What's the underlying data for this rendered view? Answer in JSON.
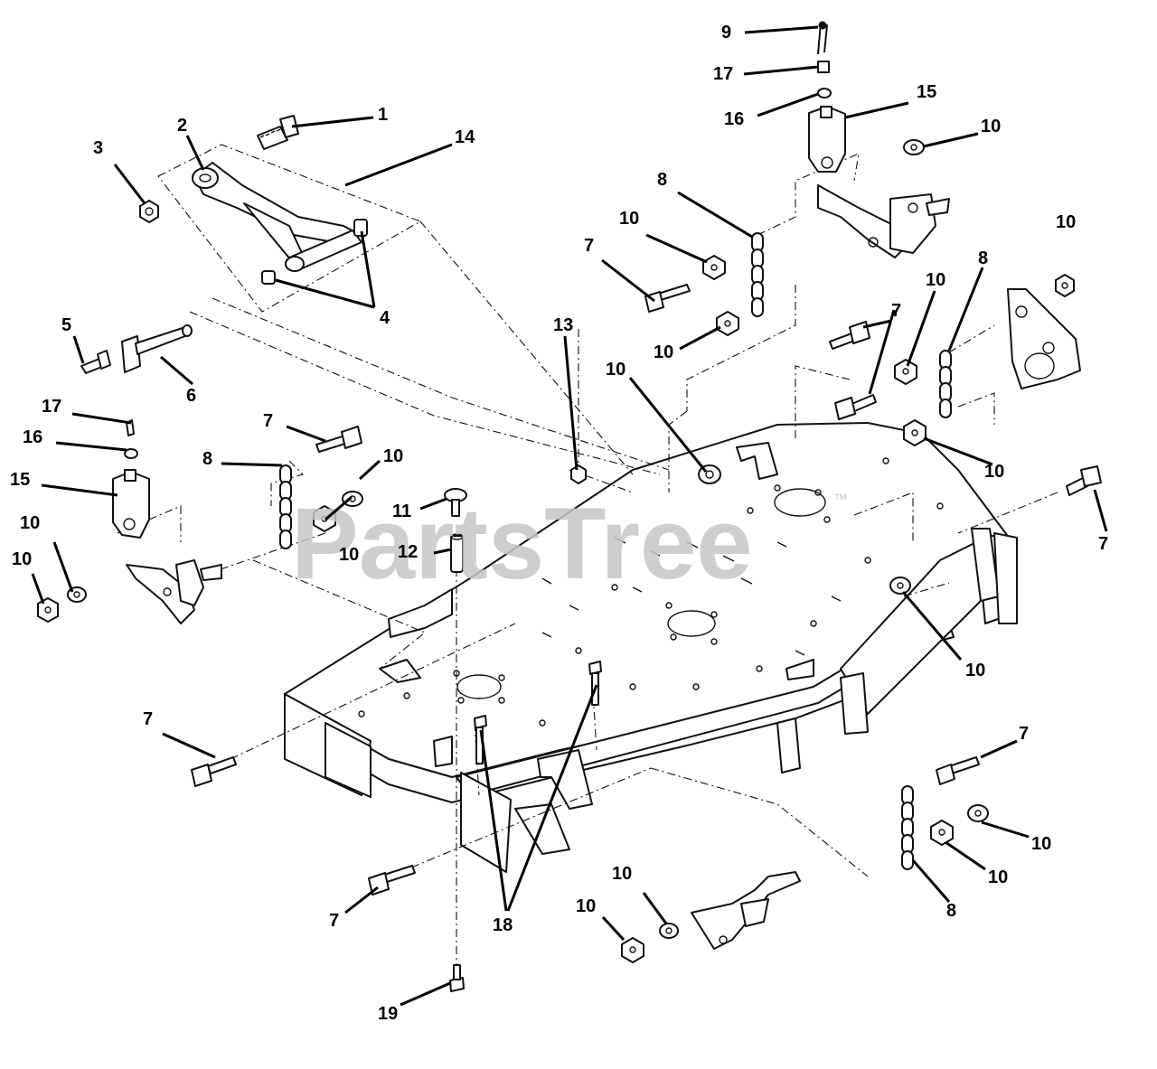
{
  "watermark": {
    "text": "PartsTree",
    "trademark": "™",
    "color": "#c6c6c6"
  },
  "callouts": [
    {
      "id": "c-9a",
      "label": "9"
    },
    {
      "id": "c-17a",
      "label": "17"
    },
    {
      "id": "c-15a",
      "label": "15"
    },
    {
      "id": "c-16a",
      "label": "16"
    },
    {
      "id": "c-10a",
      "label": "10"
    },
    {
      "id": "c-1",
      "label": "1"
    },
    {
      "id": "c-2",
      "label": "2"
    },
    {
      "id": "c-3",
      "label": "3"
    },
    {
      "id": "c-14",
      "label": "14"
    },
    {
      "id": "c-8a",
      "label": "8"
    },
    {
      "id": "c-10b",
      "label": "10"
    },
    {
      "id": "c-7a",
      "label": "7"
    },
    {
      "id": "c-10c",
      "label": "10"
    },
    {
      "id": "c-4",
      "label": "4"
    },
    {
      "id": "c-5",
      "label": "5"
    },
    {
      "id": "c-13",
      "label": "13"
    },
    {
      "id": "c-10d",
      "label": "10"
    },
    {
      "id": "c-10e",
      "label": "10"
    },
    {
      "id": "c-8b",
      "label": "8"
    },
    {
      "id": "c-7b",
      "label": "7"
    },
    {
      "id": "c-10f",
      "label": "10"
    },
    {
      "id": "c-6",
      "label": "6"
    },
    {
      "id": "c-17b",
      "label": "17"
    },
    {
      "id": "c-16b",
      "label": "16"
    },
    {
      "id": "c-7c",
      "label": "7"
    },
    {
      "id": "c-8c",
      "label": "8"
    },
    {
      "id": "c-10g",
      "label": "10"
    },
    {
      "id": "c-15b",
      "label": "15"
    },
    {
      "id": "c-11",
      "label": "11"
    },
    {
      "id": "c-10h",
      "label": "10"
    },
    {
      "id": "c-10i",
      "label": "10"
    },
    {
      "id": "c-10j",
      "label": "10"
    },
    {
      "id": "c-12",
      "label": "12"
    },
    {
      "id": "c-10k",
      "label": "10"
    },
    {
      "id": "c-7d",
      "label": "7"
    },
    {
      "id": "c-10l",
      "label": "10"
    },
    {
      "id": "c-7e",
      "label": "7"
    },
    {
      "id": "c-7f",
      "label": "7"
    },
    {
      "id": "c-10m",
      "label": "10"
    },
    {
      "id": "c-10n",
      "label": "10"
    },
    {
      "id": "c-7g",
      "label": "7"
    },
    {
      "id": "c-10o",
      "label": "10"
    },
    {
      "id": "c-10p",
      "label": "10"
    },
    {
      "id": "c-18",
      "label": "18"
    },
    {
      "id": "c-8d",
      "label": "8"
    },
    {
      "id": "c-19",
      "label": "19"
    }
  ]
}
